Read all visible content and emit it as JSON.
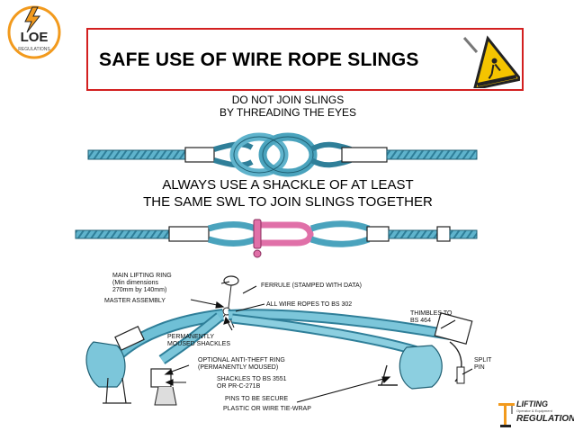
{
  "slide": {
    "title": "SAFE USE OF WIRE ROPE SLINGS",
    "logo_left_text": "LOE",
    "logo_left_subtext": "REGULATIONS",
    "caption_top_line1": "DO NOT JOIN SLINGS",
    "caption_top_line2": "BY THREADING THE EYES",
    "caption_mid_line1": "ALWAYS USE A SHACKLE OF AT LEAST",
    "caption_mid_line2": "THE SAME SWL TO JOIN SLINGS TOGETHER"
  },
  "diagram_labels": {
    "main_lifting_ring": "MAIN LIFTING RING",
    "min_dimensions": "(Min dimensions",
    "dimensions_value": "270mm by 140mm)",
    "master_assembly": "MASTER ASSEMBLY",
    "ferrule": "FERRULE (STAMPED WITH DATA)",
    "all_wire_ropes": "ALL WIRE ROPES TO BS 302",
    "thimbles_line1": "THIMBLES TO",
    "thimbles_line2": "BS 464",
    "permanently_line1": "PERMANENTLY",
    "permanently_line2": "MOUSED SHACKLES",
    "anti_theft_line1": "OPTIONAL ANTI-THEFT RING",
    "anti_theft_line2": "(PERMANENTLY MOUSED)",
    "shackles_line1": "SHACKLES TO BS 3551",
    "shackles_line2": "OR PR-C-271B",
    "pins": "PINS TO BE SECURE",
    "plastic": "PLASTIC OR WIRE TIE-WRAP",
    "split_line1": "SPLIT",
    "split_line2": "PIN"
  },
  "logo_right": {
    "line1": "LIFTING",
    "line2": "Operator & Equipment",
    "line3": "REGULATIONS"
  },
  "colors": {
    "title_border": "#d32020",
    "rope": "#5fb3cc",
    "rope_dark": "#2f7f99",
    "shackle": "#e070a8",
    "logo_orange": "#f29a1d"
  }
}
